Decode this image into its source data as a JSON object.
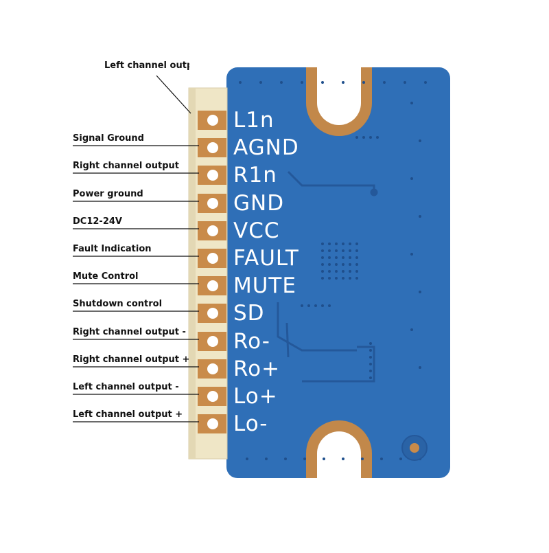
{
  "top_callout": "Left channel output",
  "pins": [
    {
      "label": "",
      "silk": "L1n"
    },
    {
      "label": "Signal Ground",
      "silk": "AGND"
    },
    {
      "label": "Right channel output",
      "silk": "R1n"
    },
    {
      "label": "Power ground",
      "silk": "GND"
    },
    {
      "label": "DC12-24V",
      "silk": "VCC"
    },
    {
      "label": "Fault Indication",
      "silk": "FAULT"
    },
    {
      "label": "Mute Control",
      "silk": "MUTE"
    },
    {
      "label": "Shutdown control",
      "silk": "SD"
    },
    {
      "label": "Right channel output -",
      "silk": "Ro-"
    },
    {
      "label": "Right channel output +",
      "silk": "Ro+"
    },
    {
      "label": "Left channel output -",
      "silk": "Lo+"
    },
    {
      "label": "Left channel output +",
      "silk": "Lo-"
    }
  ],
  "colors": {
    "pcb": "#2f6fb7",
    "pcb_dark": "#24589a",
    "header": "#efe6c6",
    "pad": "#c98b4a",
    "copper": "#c2884a",
    "silk": "#ffffff",
    "leader": "#111111"
  }
}
